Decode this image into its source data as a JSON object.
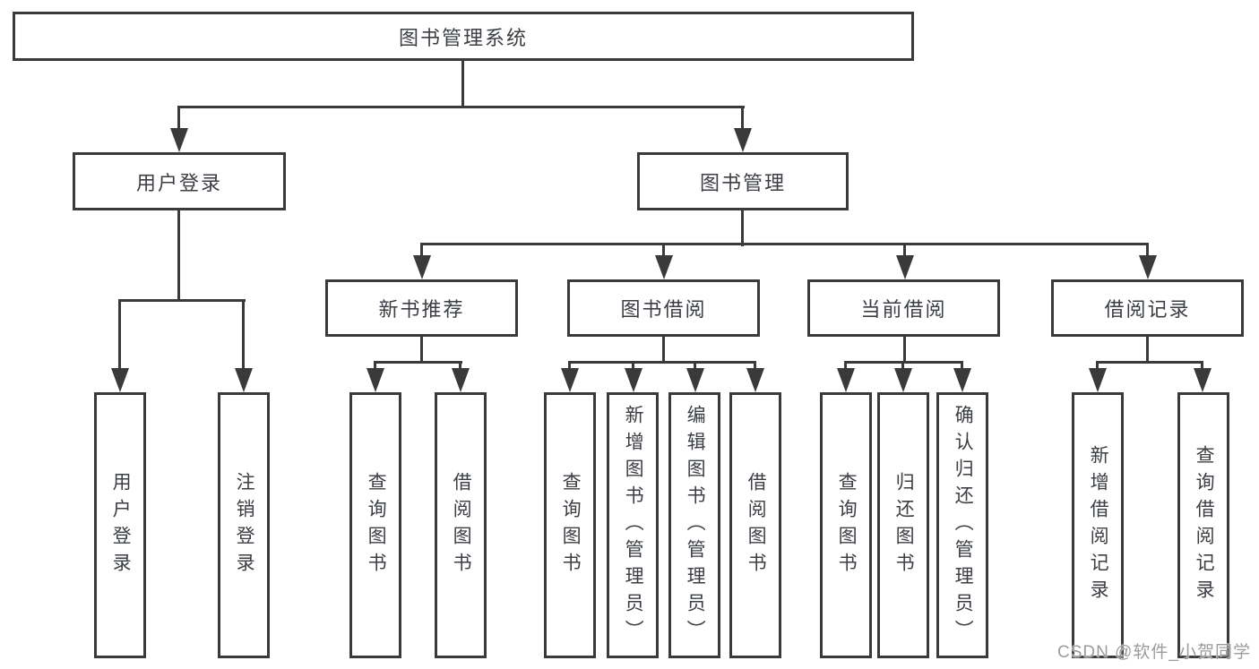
{
  "nodes": {
    "root": "图书管理系统",
    "level2": [
      "用户登录",
      "图书管理"
    ],
    "level3": [
      "新书推荐",
      "图书借阅",
      "当前借阅",
      "借阅记录"
    ],
    "leaves_login": [
      "用户登录",
      "注销登录"
    ],
    "leaves_recommend": [
      "查询图书",
      "借阅图书"
    ],
    "leaves_borrow": [
      "查询图书",
      "新增图书（管理员）",
      "编辑图书（管理员）",
      "借阅图书"
    ],
    "leaves_current": [
      "查询图书",
      "归还图书",
      "确认归还（管理员）"
    ],
    "leaves_records": [
      "新增借阅记录",
      "查询借阅记录"
    ]
  },
  "watermark": "CSDN @软件_小贺同学",
  "colors": {
    "line": "#3a3a3a",
    "text": "#3b3e43",
    "watermark_text": "#9c9c9c",
    "background": "#ffffff"
  }
}
